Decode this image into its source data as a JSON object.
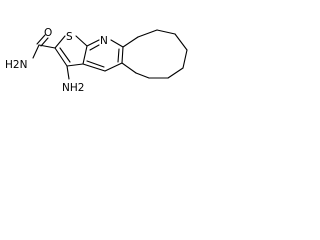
{
  "molecule": {
    "labels": {
      "amide_o": "O",
      "amide_n": "H2N",
      "thiophene_s": "S",
      "pyridine_n": "N",
      "amine_n": "NH2"
    },
    "colors": {
      "bond": "#000000",
      "atom_text": "#000000",
      "background": "#ffffff"
    }
  }
}
